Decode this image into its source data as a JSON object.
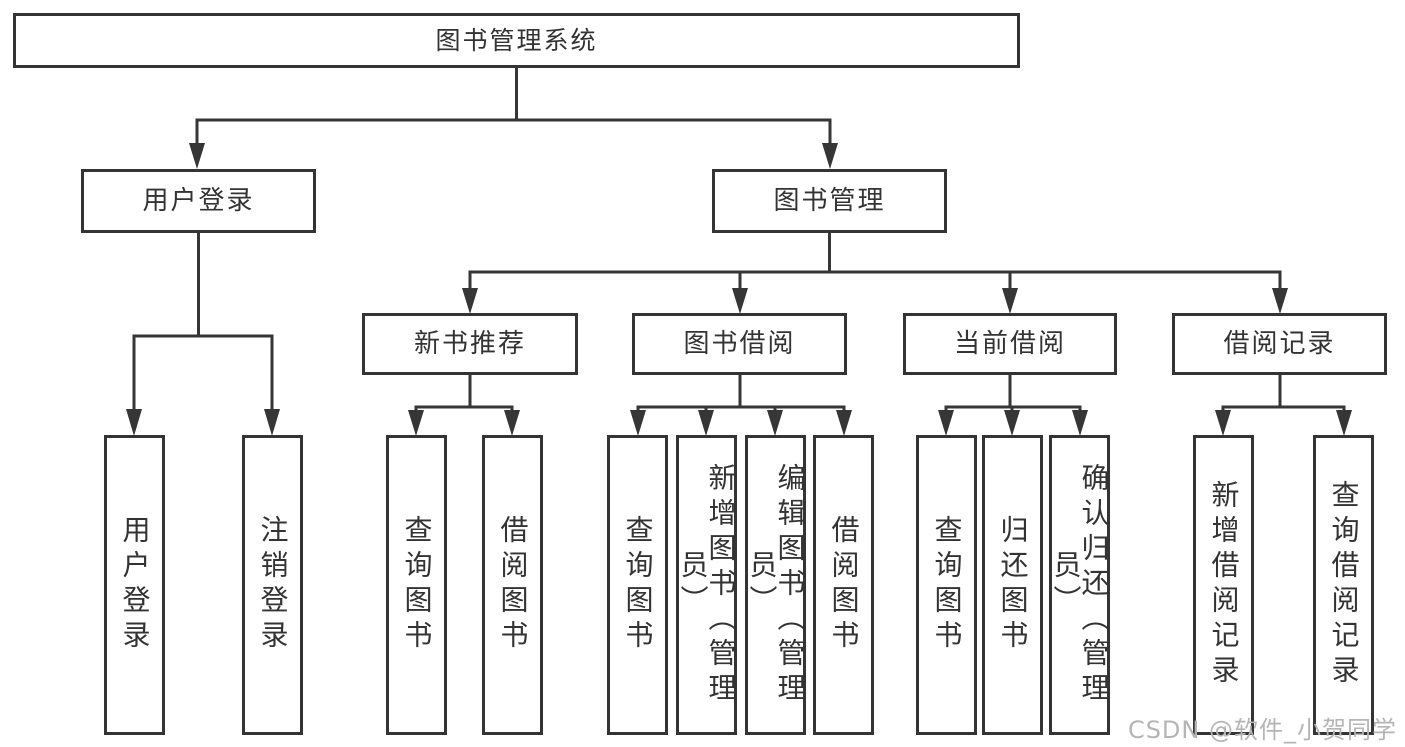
{
  "diagram": {
    "root": "图书管理系统",
    "branches": [
      {
        "label": "用户登录",
        "leaves": [
          "用户登录",
          "注销登录"
        ]
      },
      {
        "label": "图书管理",
        "groups": [
          {
            "label": "新书推荐",
            "leaves": [
              "查询图书",
              "借阅图书"
            ]
          },
          {
            "label": "图书借阅",
            "leaves": [
              "查询图书",
              "新增图书（管理员）",
              "编辑图书（管理员）",
              "借阅图书"
            ]
          },
          {
            "label": "当前借阅",
            "leaves": [
              "查询图书",
              "归还图书",
              "确认归还（管理员）"
            ]
          },
          {
            "label": "借阅记录",
            "leaves": [
              "新增借阅记录",
              "查询借阅记录"
            ]
          }
        ]
      }
    ]
  },
  "watermark": {
    "text": "CSDN @软件_小贺同学"
  },
  "colors": {
    "line": "#363636",
    "box_border": "#343434",
    "text": "#333333",
    "watermark": "#b5b5b5",
    "background": "#ffffff"
  }
}
